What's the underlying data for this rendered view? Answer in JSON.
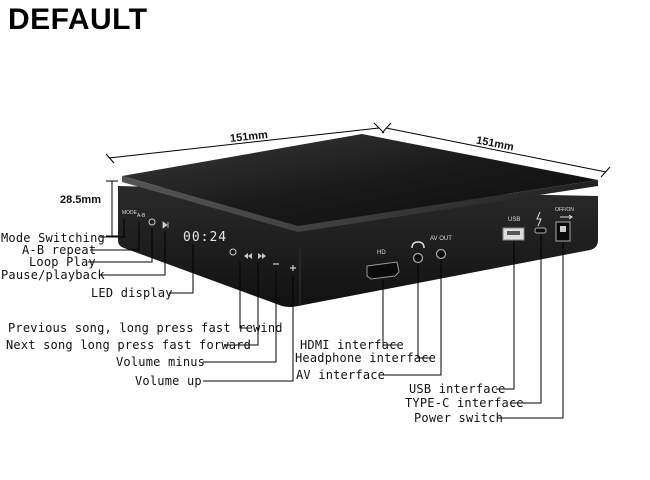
{
  "brand": "DEFAULT",
  "dimensions": {
    "width": "151mm",
    "depth": "151mm",
    "height": "28.5mm"
  },
  "device_panel": {
    "mode": "MODE",
    "ab": "A-B",
    "display": "00:24",
    "hd": "HD",
    "av_out": "AV OUT",
    "usb": "USB",
    "power": "OFF/ON"
  },
  "callouts": {
    "mode_switching": "Mode Switching",
    "ab_repeat": "A-B repeat",
    "loop_play": "Loop Play",
    "pause_playback": "Pause/playback",
    "led_display": "LED display",
    "previous_song": "Previous song, long press fast rewind",
    "next_song": "Next song long press fast forward",
    "volume_minus": "Volume minus",
    "volume_up": "Volume up",
    "hdmi_interface": "HDMI interface",
    "headphone_interface": "Headphone interface",
    "av_interface": "AV interface",
    "usb_interface": "USB interface",
    "typec_interface": "TYPE-C interface",
    "power_switch": "Power switch"
  }
}
